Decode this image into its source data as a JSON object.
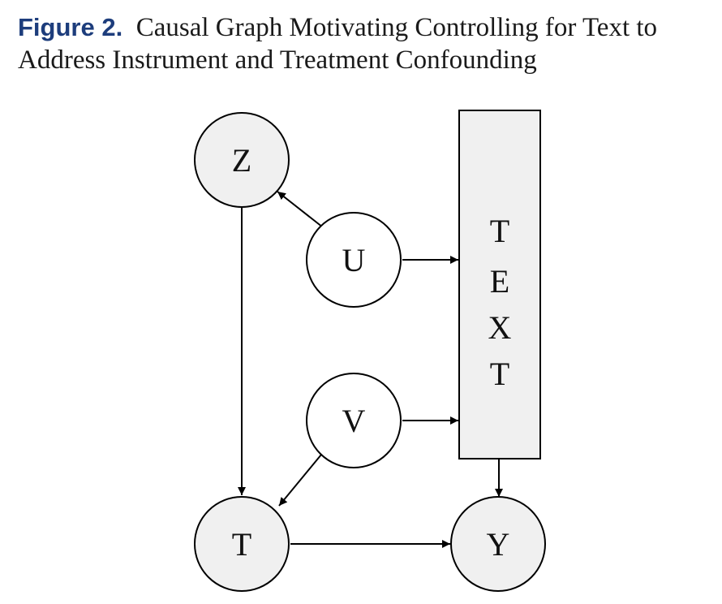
{
  "caption": {
    "label": "Figure 2.",
    "text": "Causal Graph Motivating Controlling for Text to Address Instrument and Treatment Confounding"
  },
  "nodes": {
    "z": "Z",
    "u": "U",
    "v": "V",
    "t": "T",
    "y": "Y",
    "text_letters": [
      "T",
      "E",
      "X",
      "T"
    ]
  },
  "colors": {
    "figure_label": "#1d3d7c",
    "shaded_fill": "#f0f0f0",
    "white_fill": "#ffffff",
    "stroke": "#000000"
  }
}
